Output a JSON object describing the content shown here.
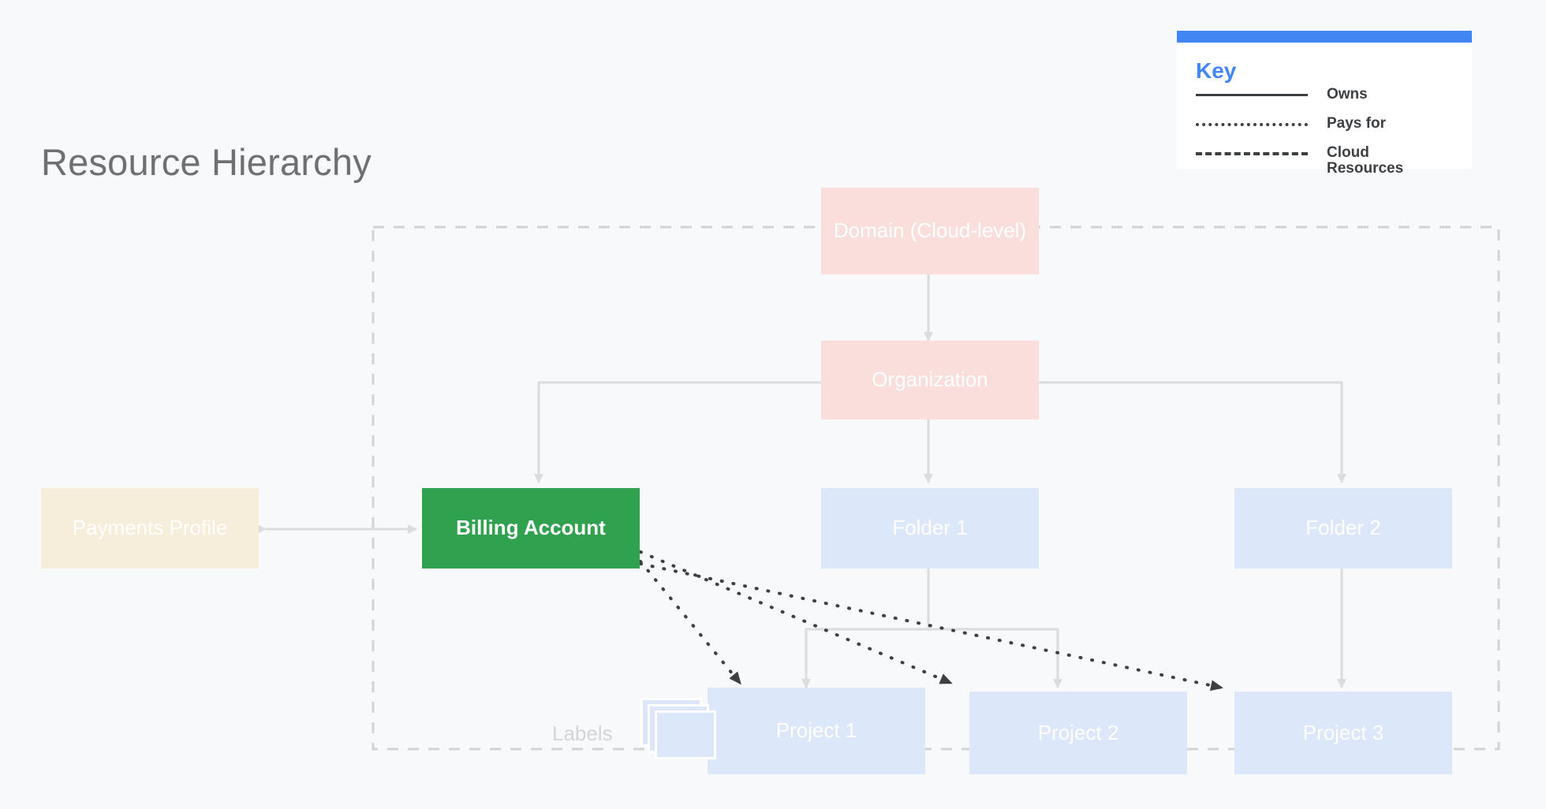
{
  "page": {
    "title": "Resource Hierarchy",
    "background_color": "#F7F9FA"
  },
  "legend": {
    "title": "Key",
    "accent_color": "#4285F4",
    "items": [
      {
        "style": "solid",
        "label": "Owns"
      },
      {
        "style": "dotted",
        "label": "Pays for"
      },
      {
        "style": "dashed",
        "label": "Cloud\nResources"
      }
    ]
  },
  "diagram": {
    "labels_caption": "Labels",
    "cloud_boundary": {
      "style": "dashed",
      "color": "#D0D4D7"
    },
    "nodes": [
      {
        "id": "domain",
        "label": "Domain (Cloud-level)",
        "color": "#F9DEDC",
        "text_color": "#FFFFFF"
      },
      {
        "id": "organization",
        "label": "Organization",
        "color": "#F9DEDC",
        "text_color": "#FFFFFF"
      },
      {
        "id": "payments-profile",
        "label": "Payments Profile",
        "color": "#F6EDDA",
        "text_color": "#FFFFFF"
      },
      {
        "id": "billing-account",
        "label": "Billing Account",
        "color": "#30A14E",
        "text_color": "#FFFFFF"
      },
      {
        "id": "folder-1",
        "label": "Folder 1",
        "color": "#DCE7FA",
        "text_color": "#FFFFFF"
      },
      {
        "id": "folder-2",
        "label": "Folder 2",
        "color": "#DCE7FA",
        "text_color": "#FFFFFF"
      },
      {
        "id": "project-1",
        "label": "Project 1",
        "color": "#DCE7FA",
        "text_color": "#FFFFFF"
      },
      {
        "id": "project-2",
        "label": "Project 2",
        "color": "#DCE7FA",
        "text_color": "#FFFFFF"
      },
      {
        "id": "project-3",
        "label": "Project 3",
        "color": "#DCE7FA",
        "text_color": "#FFFFFF"
      }
    ],
    "edges": [
      {
        "from": "domain",
        "to": "organization",
        "style": "solid",
        "relation": "Owns",
        "bidirectional": true
      },
      {
        "from": "organization",
        "to": "billing-account",
        "style": "solid",
        "relation": "Owns"
      },
      {
        "from": "organization",
        "to": "folder-1",
        "style": "solid",
        "relation": "Owns"
      },
      {
        "from": "organization",
        "to": "folder-2",
        "style": "solid",
        "relation": "Owns"
      },
      {
        "from": "payments-profile",
        "to": "billing-account",
        "style": "solid",
        "relation": "Owns",
        "bidirectional": true
      },
      {
        "from": "folder-1",
        "to": "project-1",
        "style": "solid",
        "relation": "Owns"
      },
      {
        "from": "folder-1",
        "to": "project-2",
        "style": "solid",
        "relation": "Owns"
      },
      {
        "from": "folder-2",
        "to": "project-3",
        "style": "solid",
        "relation": "Owns"
      },
      {
        "from": "billing-account",
        "to": "project-1",
        "style": "dotted",
        "relation": "Pays for"
      },
      {
        "from": "billing-account",
        "to": "project-2",
        "style": "dotted",
        "relation": "Pays for"
      },
      {
        "from": "billing-account",
        "to": "project-3",
        "style": "dotted",
        "relation": "Pays for"
      }
    ]
  }
}
